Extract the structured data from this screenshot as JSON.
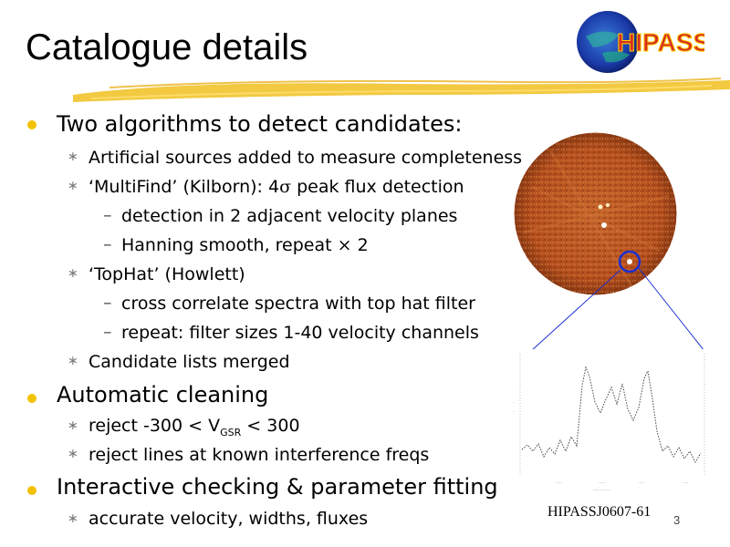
{
  "slide": {
    "title": "Catalogue details",
    "logo_text": "HIPASS",
    "page_number": "3"
  },
  "bullets": [
    {
      "text": "Two algorithms to detect candidates:",
      "sub": [
        {
          "text": "Artificial sources added to measure completeness"
        },
        {
          "text_pre": "‘MultiFind’ (Kilborn): 4",
          "sigma": "σ",
          "text_post": " peak flux detection",
          "sub": [
            {
              "text": "detection in 2 adjacent velocity planes"
            },
            {
              "text_pre": "Hanning smooth, repeat ",
              "times": "×",
              "text_post": " 2"
            }
          ]
        },
        {
          "text": "‘TopHat’ (Howlett)",
          "sub": [
            {
              "text": "cross correlate spectra with top hat filter"
            },
            {
              "text": "repeat: filter sizes 1-40 velocity channels"
            }
          ]
        },
        {
          "text": "Candidate lists merged"
        }
      ]
    },
    {
      "text": "Automatic cleaning",
      "sub": [
        {
          "text_pre": " reject -300 < V",
          "subscript": "GSR",
          "text_post": "  < 300"
        },
        {
          "text": " reject lines at known interference freqs"
        }
      ]
    },
    {
      "text": "Interactive checking & parameter fitting",
      "sub": [
        {
          "text": " accurate velocity, widths, fluxes"
        }
      ]
    }
  ],
  "figure": {
    "caption": "HIPASSJ0607-61"
  },
  "colors": {
    "bullet_dot": "#f2c200",
    "disk_base": "#b5501e",
    "highlight_circle": "#1a2fd0",
    "brush": "#f0c020"
  },
  "icons": {
    "bullet_level1": "yellow-dot-icon",
    "bullet_level2": "asterisk-icon",
    "bullet_level3": "dash-icon"
  }
}
